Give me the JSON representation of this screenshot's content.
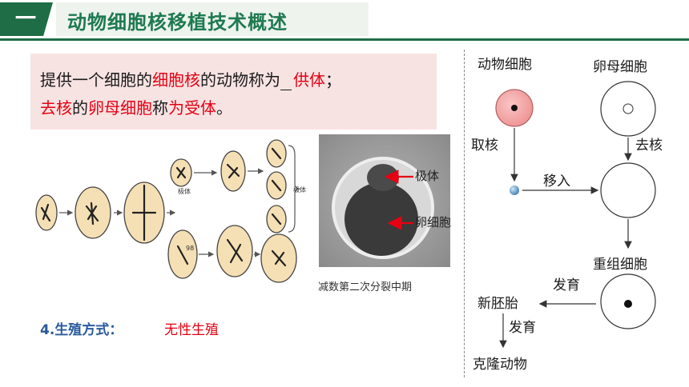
{
  "header": {
    "section_number": "一",
    "title": "动物细胞核移植技术概述"
  },
  "definition": {
    "line1": {
      "t1": "提供一个细胞的",
      "t2": "细胞核",
      "t3": "的动物称为",
      "t4": "供体",
      "t5": "；"
    },
    "line2": {
      "t1": "去核",
      "t2": "的",
      "t3": "卵母细胞",
      "t4": "称",
      "t5": "为受体",
      "t6": "。"
    }
  },
  "meiosis_figure": {
    "label_polar1": "极体",
    "label_polar2": "极体",
    "label_98": "98"
  },
  "photo": {
    "label_polar": "极体",
    "label_oocyte": "卵细胞",
    "caption": "减数第二次分裂中期"
  },
  "reproduction": {
    "label": "4.生殖方式：",
    "value": "无性生殖"
  },
  "flow": {
    "animal_cell": "动物细胞",
    "oocyte": "卵母细胞",
    "take_nucleus": "取核",
    "remove_nucleus": "去核",
    "transfer": "移入",
    "recombinant_cell": "重组细胞",
    "develop1": "发育",
    "new_embryo": "新胚胎",
    "develop2": "发育",
    "cloned_animal": "克隆动物"
  },
  "colors": {
    "brand_green": "#1f6d47",
    "title_green": "#1e7a50",
    "highlight_red": "#e60012",
    "box_pink": "#f8e3e3"
  }
}
